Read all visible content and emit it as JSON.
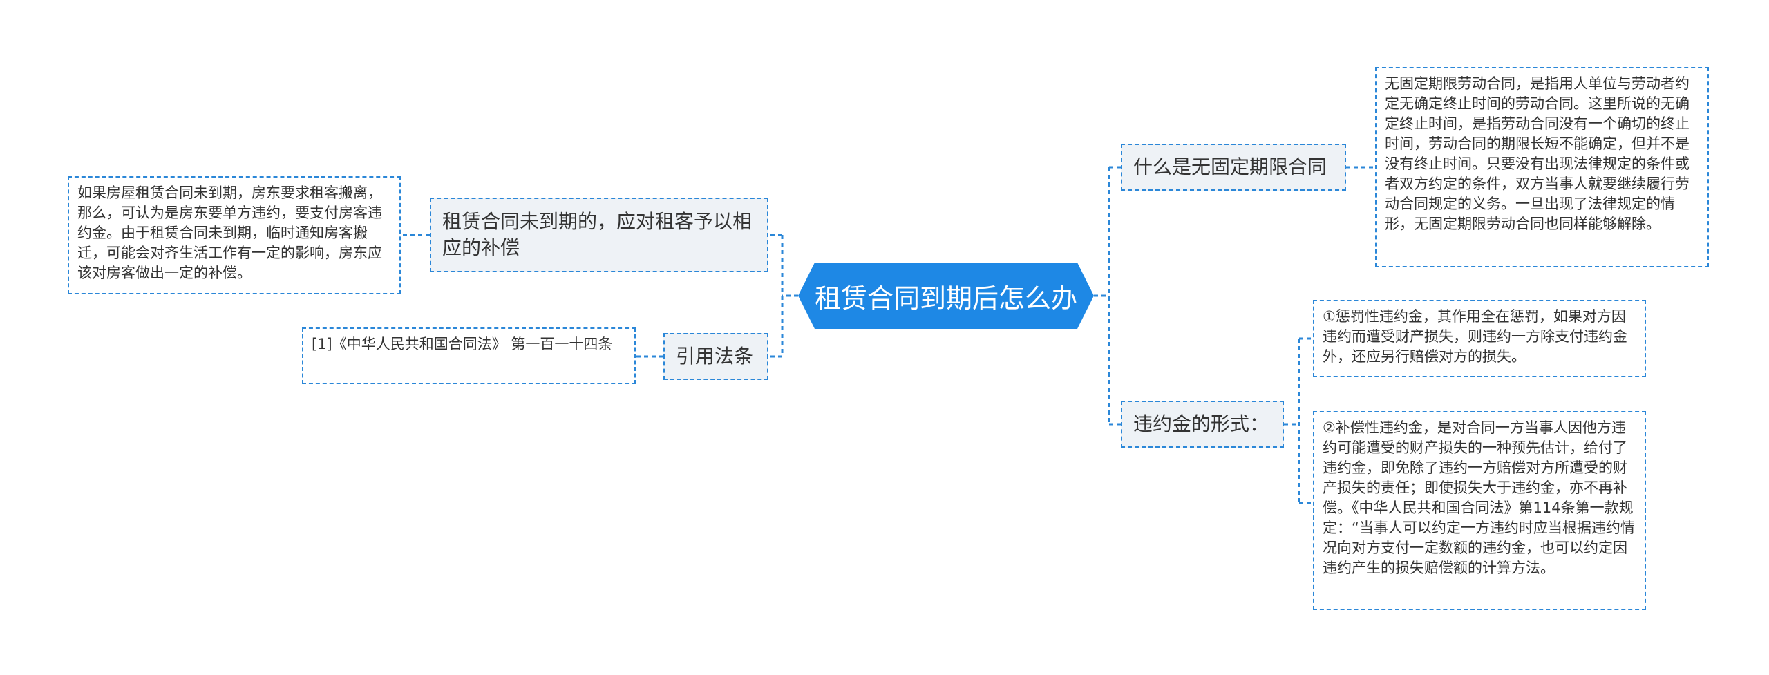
{
  "root": {
    "label": "租赁合同到期后怎么办"
  },
  "branches": {
    "left_contract": {
      "label": "租赁合同未到期的，应对租客予以相应的补偿",
      "detail": "如果房屋租赁合同未到期，房东要求租客搬离，那么，可认为是房东要单方违约，要支付房客违约金。由于租赁合同未到期，临时通知房客搬迁，可能会对齐生活工作有一定的影响，房东应该对房客做出一定的补偿。"
    },
    "left_law": {
      "label": "引用法条",
      "detail": "[1]《中华人民共和国合同法》 第一百一十四条"
    },
    "right_definition": {
      "label": "什么是无固定期限合同",
      "detail": "无固定期限劳动合同，是指用人单位与劳动者约定无确定终止时间的劳动合同。这里所说的无确定终止时间，是指劳动合同没有一个确切的终止时间，劳动合同的期限长短不能确定，但并不是没有终止时间。只要没有出现法律规定的条件或者双方约定的条件，双方当事人就要继续履行劳动合同规定的义务。一旦出现了法律规定的情形，无固定期限劳动合同也同样能够解除。"
    },
    "right_penalty": {
      "label": "违约金的形式：",
      "detail_1": "①惩罚性违约金，其作用全在惩罚，如果对方因违约而遭受财产损失，则违约一方除支付违约金外，还应另行赔偿对方的损失。",
      "detail_2": "②补偿性违约金，是对合同一方当事人因他方违约可能遭受的财产损失的一种预先估计，给付了违约金，即免除了违约一方赔偿对方所遭受的财产损失的责任；即使损失大于违约金，亦不再补偿。《中华人民共和国合同法》第114条第一款规定：“当事人可以约定一方违约时应当根据违约情况向对方支付一定数额的违约金，也可以约定因违约产生的损失赔偿额的计算方法。"
    }
  },
  "colors": {
    "accent": "#1e88e5",
    "line": "#2b87d8",
    "branch_bg": "#eef2f6"
  }
}
